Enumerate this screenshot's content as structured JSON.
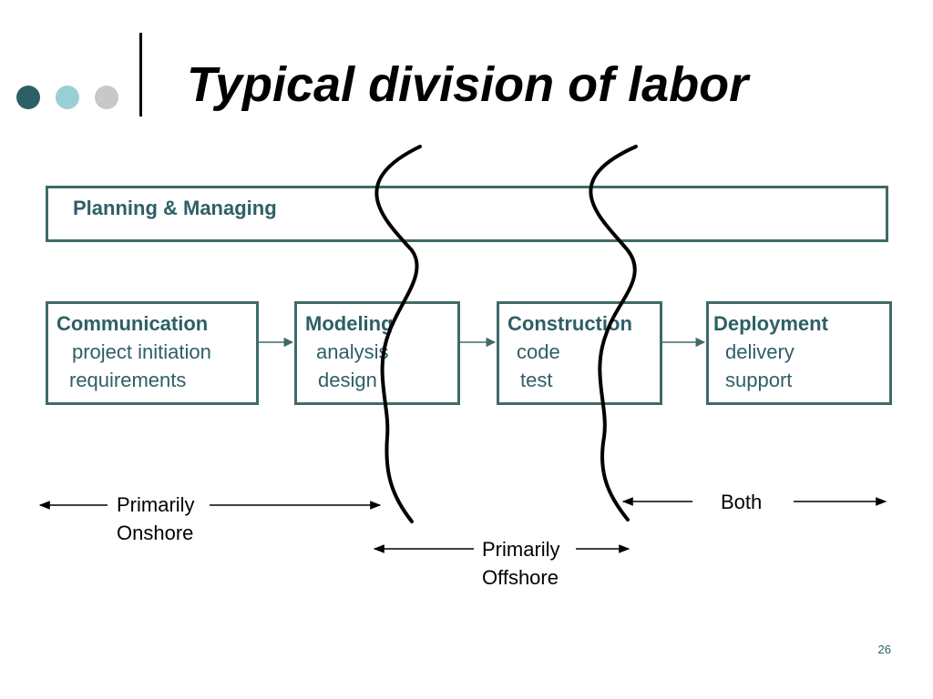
{
  "slide": {
    "title": "Typical division of labor",
    "page_number": "26"
  },
  "decoration": {
    "dot_colors": [
      "#2e5f66",
      "#99cfd6",
      "#c8c8c8"
    ],
    "accent": "#3e6b68",
    "text_color": "#2e5f66"
  },
  "planning_box": {
    "label": "Planning & Managing"
  },
  "phases": [
    {
      "title": "Communication",
      "lines": [
        "project initiation",
        "requirements"
      ]
    },
    {
      "title": "Modeling",
      "lines": [
        "analysis",
        "design"
      ]
    },
    {
      "title": "Construction",
      "lines": [
        "code",
        "test"
      ]
    },
    {
      "title": "Deployment",
      "lines": [
        "delivery",
        "support"
      ]
    }
  ],
  "ranges": {
    "onshore": {
      "line1": "Primarily",
      "line2": "Onshore"
    },
    "offshore": {
      "line1": "Primarily",
      "line2": "Offshore"
    },
    "both": {
      "label": "Both"
    }
  }
}
